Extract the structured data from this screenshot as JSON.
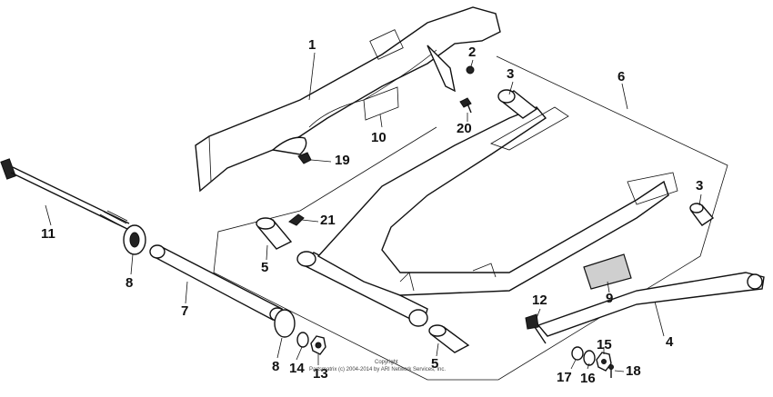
{
  "callouts": {
    "c1": "1",
    "c2": "2",
    "c3a": "3",
    "c3b": "3",
    "c4": "4",
    "c5a": "5",
    "c5b": "5",
    "c6": "6",
    "c7": "7",
    "c8a": "8",
    "c8b": "8",
    "c9": "9",
    "c10": "10",
    "c11": "11",
    "c12": "12",
    "c13": "13",
    "c14": "14",
    "c15": "15",
    "c16": "16",
    "c17": "17",
    "c18": "18",
    "c19": "19",
    "c20": "20",
    "c21": "21"
  },
  "copyright": {
    "line1": "Copyright",
    "line2": "Partsmatrix (c) 2004-2014 by ARI Network Services, Inc."
  }
}
